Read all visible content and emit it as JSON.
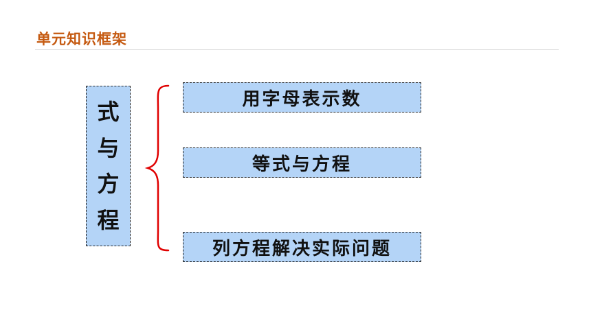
{
  "header": {
    "title": "单元知识框架"
  },
  "diagram": {
    "root": {
      "chars": [
        "式",
        "与",
        "方",
        "程"
      ]
    },
    "branches": [
      {
        "label": "用字母表示数"
      },
      {
        "label": "等式与方程"
      },
      {
        "label": "列方程解决实际问题"
      }
    ]
  },
  "colors": {
    "title": "#c55a11",
    "box_fill": "#b4d4f7",
    "brace": "#e00000"
  }
}
